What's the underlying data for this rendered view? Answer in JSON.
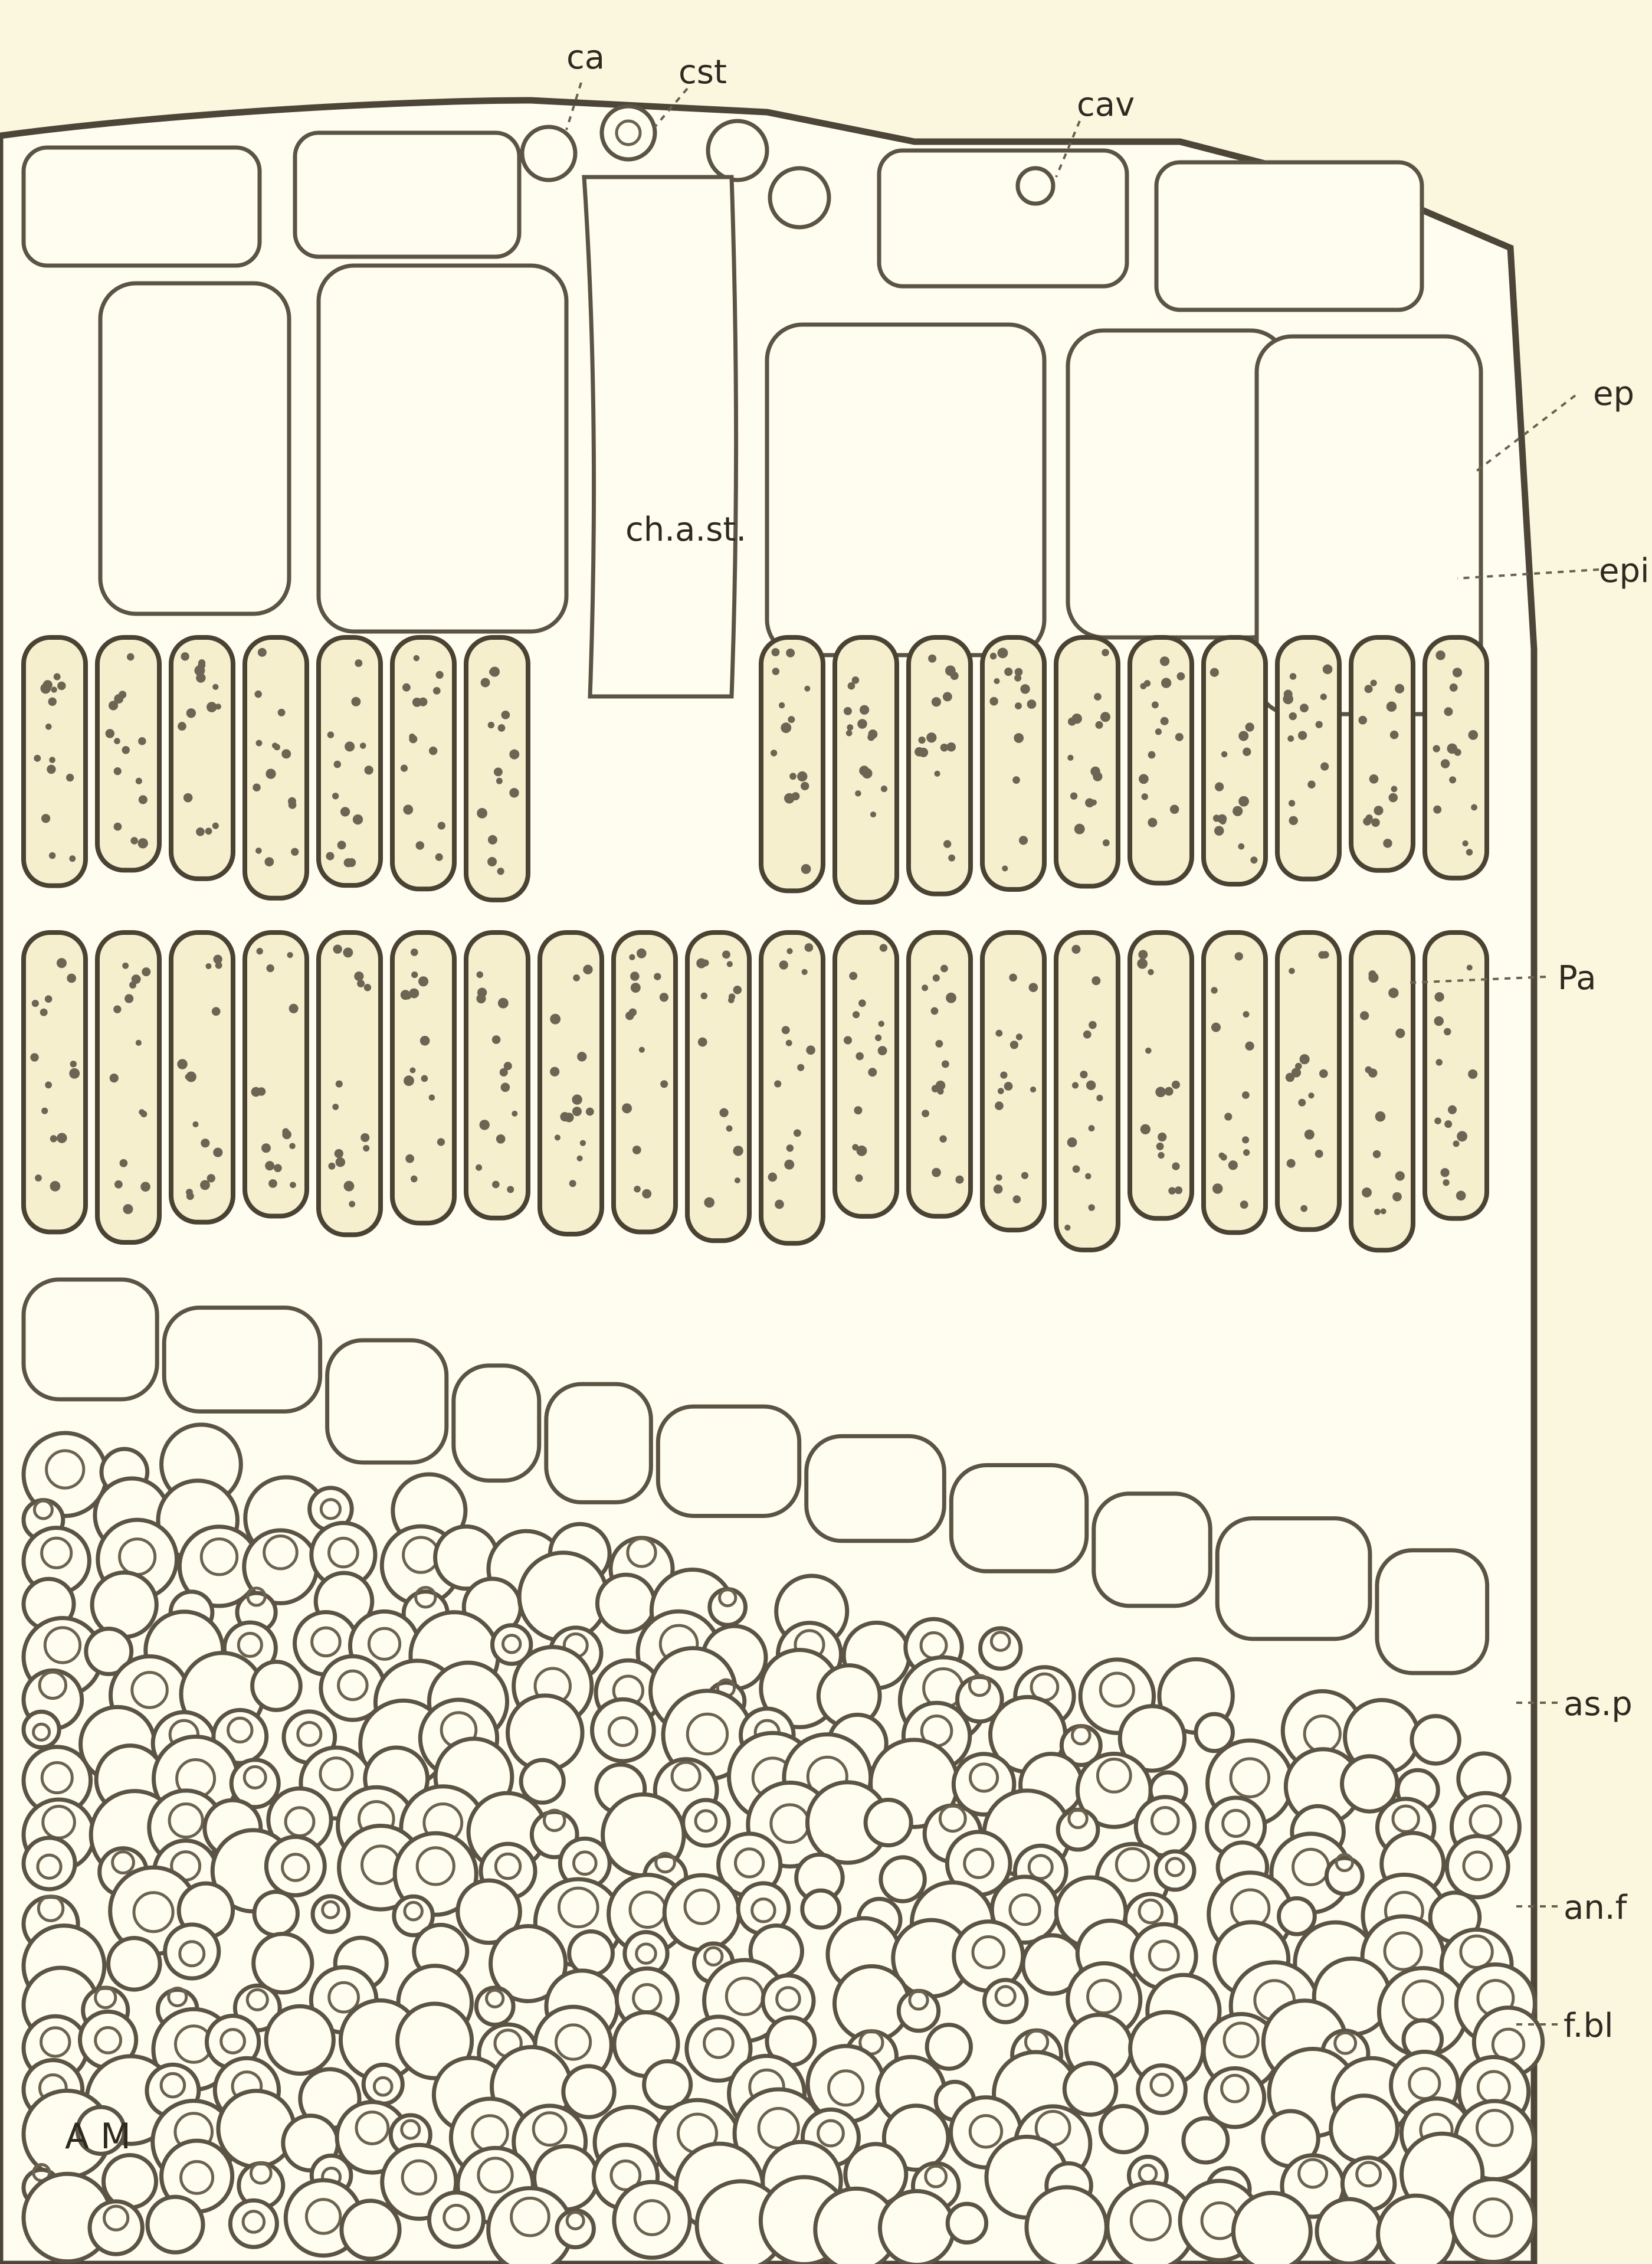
{
  "labels": {
    "ca": "ca",
    "cst": "cst",
    "cav": "cav",
    "ep": "ep",
    "ch_a_st": "ch.a.st.",
    "epi": "epi",
    "pa": "Pa",
    "as_p": "as.p",
    "an_f": "an.f",
    "fbl": "f.bl",
    "signature": "A M"
  },
  "colors": {
    "paper": "#fbf7df",
    "ink": "#4a4233",
    "cell_fill": "#fffdf0",
    "palisade_fill": "#f6efce"
  }
}
